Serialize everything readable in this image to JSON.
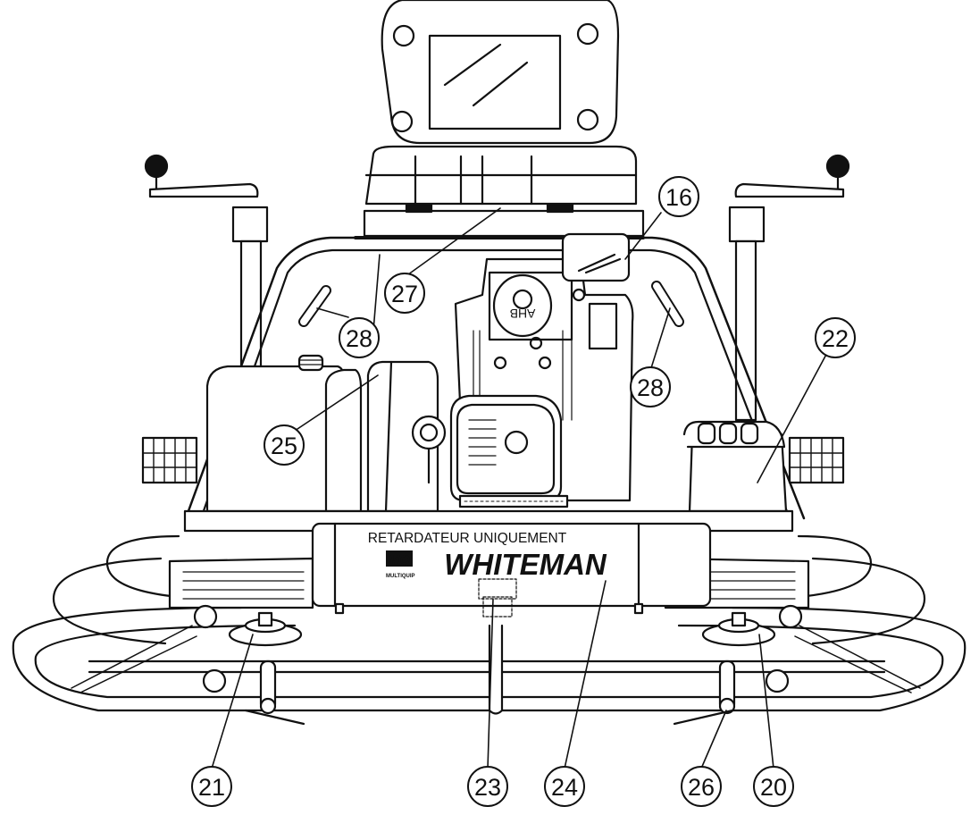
{
  "diagram": {
    "panel_text": "RETARDATEUR UNIQUEMENT",
    "brand": "WHITEMAN",
    "logo_mark": "MQ",
    "logo_sub": "MULTIQUIP",
    "engine_mark": "AHB"
  },
  "callouts": [
    {
      "id": "c16",
      "label": "16"
    },
    {
      "id": "c20",
      "label": "20"
    },
    {
      "id": "c21",
      "label": "21"
    },
    {
      "id": "c22",
      "label": "22"
    },
    {
      "id": "c23",
      "label": "23"
    },
    {
      "id": "c24",
      "label": "24"
    },
    {
      "id": "c25",
      "label": "25"
    },
    {
      "id": "c26",
      "label": "26"
    },
    {
      "id": "c27",
      "label": "27"
    },
    {
      "id": "c28a",
      "label": "28"
    },
    {
      "id": "c28b",
      "label": "28"
    }
  ],
  "colors": {
    "line": "#111111",
    "background": "#ffffff"
  }
}
